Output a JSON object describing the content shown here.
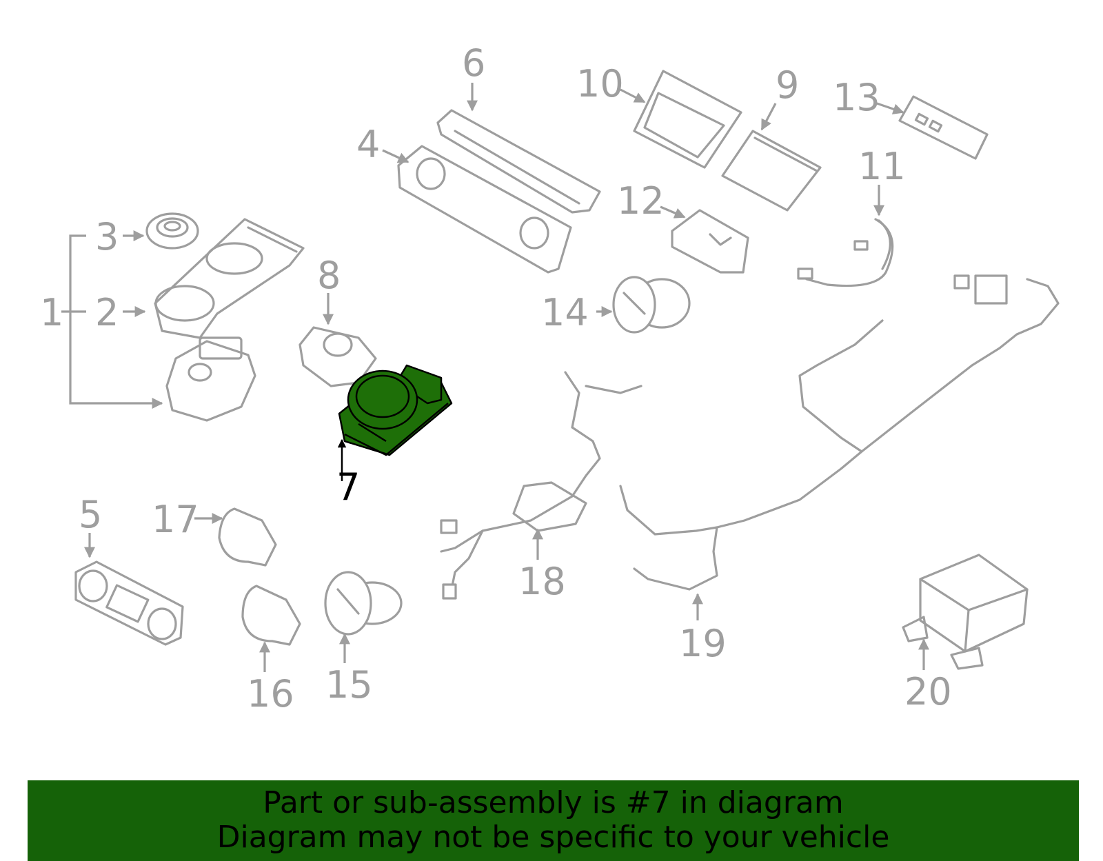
{
  "diagram": {
    "highlight_color": "#1e6f08",
    "part_color": "#9e9e9e",
    "callouts": [
      "1",
      "2",
      "3",
      "4",
      "5",
      "6",
      "7",
      "8",
      "9",
      "10",
      "11",
      "12",
      "13",
      "14",
      "15",
      "16",
      "17",
      "18",
      "19",
      "20"
    ],
    "highlighted_callout": "7"
  },
  "banner": {
    "background": "#156208",
    "line1": "Part or sub-assembly is #7 in diagram",
    "line2": "Diagram may not be specific to your vehicle"
  }
}
